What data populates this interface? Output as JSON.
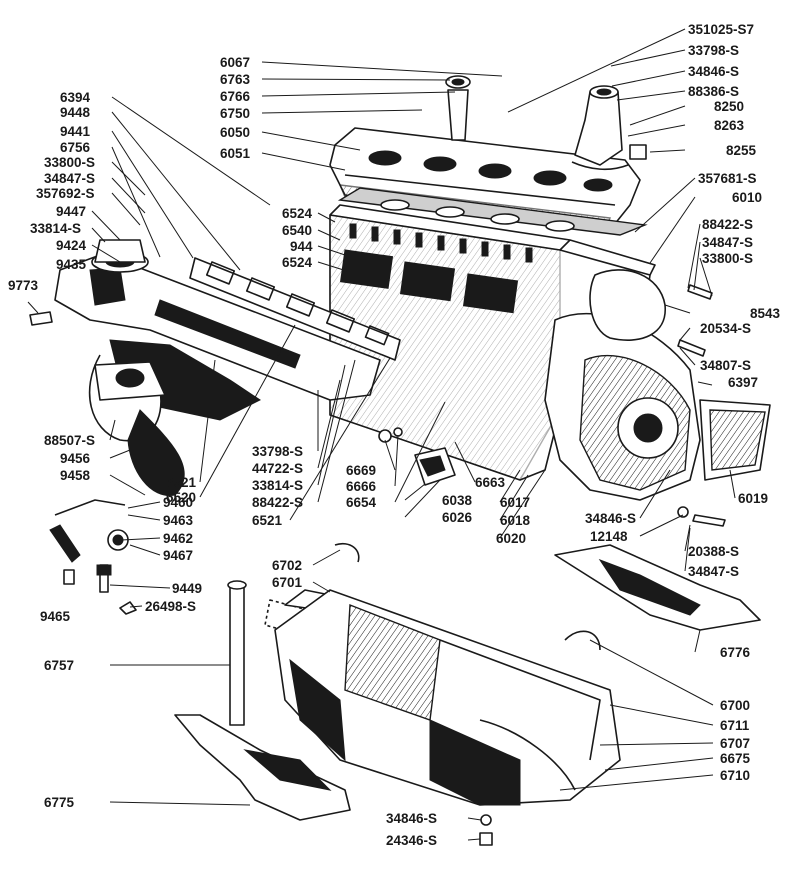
{
  "colors": {
    "ink": "#1a1a1a",
    "paper": "#ffffff",
    "shade": "#cfcfcf"
  },
  "callouts": [
    {
      "id": "c1",
      "text": "351025-S7"
    },
    {
      "id": "c2",
      "text": "33798-S"
    },
    {
      "id": "c3",
      "text": "34846-S"
    },
    {
      "id": "c4",
      "text": "88386-S"
    },
    {
      "id": "c5",
      "text": "8250"
    },
    {
      "id": "c6",
      "text": "8263"
    },
    {
      "id": "c7",
      "text": "8255"
    },
    {
      "id": "c8",
      "text": "6067"
    },
    {
      "id": "c9",
      "text": "6763"
    },
    {
      "id": "c10",
      "text": "6766"
    },
    {
      "id": "c11",
      "text": "6750"
    },
    {
      "id": "c12",
      "text": "6050"
    },
    {
      "id": "c13",
      "text": "6051"
    },
    {
      "id": "c14",
      "text": "6394"
    },
    {
      "id": "c15",
      "text": "9448"
    },
    {
      "id": "c16",
      "text": "9441"
    },
    {
      "id": "c17",
      "text": "6756"
    },
    {
      "id": "c18",
      "text": "33800-S"
    },
    {
      "id": "c19",
      "text": "34847-S"
    },
    {
      "id": "c20",
      "text": "357692-S"
    },
    {
      "id": "c21",
      "text": "9447"
    },
    {
      "id": "c22",
      "text": "33814-S"
    },
    {
      "id": "c23",
      "text": "9424"
    },
    {
      "id": "c24",
      "text": "9435"
    },
    {
      "id": "c25",
      "text": "9773"
    },
    {
      "id": "c26",
      "text": "357681-S"
    },
    {
      "id": "c27",
      "text": "6010"
    },
    {
      "id": "c28",
      "text": "88422-S"
    },
    {
      "id": "c29",
      "text": "34847-S"
    },
    {
      "id": "c30",
      "text": "33800-S"
    },
    {
      "id": "c31",
      "text": "6524"
    },
    {
      "id": "c32",
      "text": "6540"
    },
    {
      "id": "c33",
      "text": "944"
    },
    {
      "id": "c34",
      "text": "6524"
    },
    {
      "id": "c35",
      "text": "8543"
    },
    {
      "id": "c36",
      "text": "20534-S"
    },
    {
      "id": "c37",
      "text": "34807-S"
    },
    {
      "id": "c38",
      "text": "6397"
    },
    {
      "id": "c39",
      "text": "88507-S"
    },
    {
      "id": "c40",
      "text": "9456"
    },
    {
      "id": "c41",
      "text": "9458"
    },
    {
      "id": "c42",
      "text": "6521"
    },
    {
      "id": "c43",
      "text": "6520"
    },
    {
      "id": "c44",
      "text": "33798-S"
    },
    {
      "id": "c45",
      "text": "44722-S"
    },
    {
      "id": "c46",
      "text": "33814-S"
    },
    {
      "id": "c47",
      "text": "88422-S"
    },
    {
      "id": "c48",
      "text": "6521"
    },
    {
      "id": "c49",
      "text": "6669"
    },
    {
      "id": "c50",
      "text": "6666"
    },
    {
      "id": "c51",
      "text": "6654"
    },
    {
      "id": "c52",
      "text": "6663"
    },
    {
      "id": "c53",
      "text": "6038"
    },
    {
      "id": "c54",
      "text": "6026"
    },
    {
      "id": "c55",
      "text": "6017"
    },
    {
      "id": "c56",
      "text": "6018"
    },
    {
      "id": "c57",
      "text": "6020"
    },
    {
      "id": "c58",
      "text": "6019"
    },
    {
      "id": "c59",
      "text": "34846-S"
    },
    {
      "id": "c60",
      "text": "12148"
    },
    {
      "id": "c61",
      "text": "20388-S"
    },
    {
      "id": "c62",
      "text": "34847-S"
    },
    {
      "id": "c63",
      "text": "9460"
    },
    {
      "id": "c64",
      "text": "9463"
    },
    {
      "id": "c65",
      "text": "9462"
    },
    {
      "id": "c66",
      "text": "9467"
    },
    {
      "id": "c67",
      "text": "6702"
    },
    {
      "id": "c68",
      "text": "6701"
    },
    {
      "id": "c69",
      "text": "9449"
    },
    {
      "id": "c70",
      "text": "26498-S"
    },
    {
      "id": "c71",
      "text": "9465"
    },
    {
      "id": "c72",
      "text": "6776"
    },
    {
      "id": "c73",
      "text": "6757"
    },
    {
      "id": "c74",
      "text": "6700"
    },
    {
      "id": "c75",
      "text": "6711"
    },
    {
      "id": "c76",
      "text": "6707"
    },
    {
      "id": "c77",
      "text": "6675"
    },
    {
      "id": "c78",
      "text": "6710"
    },
    {
      "id": "c79",
      "text": "6775"
    },
    {
      "id": "c80",
      "text": "34846-S"
    },
    {
      "id": "c81",
      "text": "24346-S"
    }
  ]
}
